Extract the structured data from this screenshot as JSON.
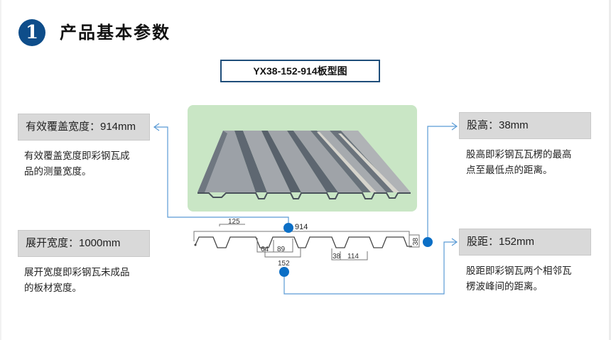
{
  "section": {
    "number": "1",
    "title": "产品基本参数"
  },
  "diagram": {
    "title": "YX38-152-914板型图",
    "dimensions": {
      "cover_width": "914",
      "top_flange": "125",
      "bottom_width": "64",
      "span_89": "89",
      "rib_pitch": "152",
      "height_small": "38",
      "span_114": "114",
      "height_right": "38"
    }
  },
  "params": [
    {
      "id": "effective-cover-width",
      "label": "有效覆盖宽度：914mm",
      "desc_line1": "有效覆盖宽度即彩钢瓦成",
      "desc_line2": "品的测量宽度。"
    },
    {
      "id": "unfolded-width",
      "label": "展开宽度：1000mm",
      "desc_line1": "展开宽度即彩钢瓦未成品",
      "desc_line2": "的板材宽度。"
    },
    {
      "id": "rib-height",
      "label": "股高：38mm",
      "desc_line1": "股高即彩钢瓦瓦楞的最高",
      "desc_line2": "点至最低点的距离。"
    },
    {
      "id": "rib-pitch",
      "label": "股距：152mm",
      "desc_line1": "股距即彩钢瓦两个相邻瓦",
      "desc_line2": "楞波峰间的距离。"
    }
  ],
  "colors": {
    "badge": "#0e4d8a",
    "connector": "#5b9bd5",
    "marker": "#0b6fc6",
    "panel_bg": "#c9e6c5",
    "sheet_top": "#9a9ea3",
    "sheet_dark": "#5c6570"
  }
}
